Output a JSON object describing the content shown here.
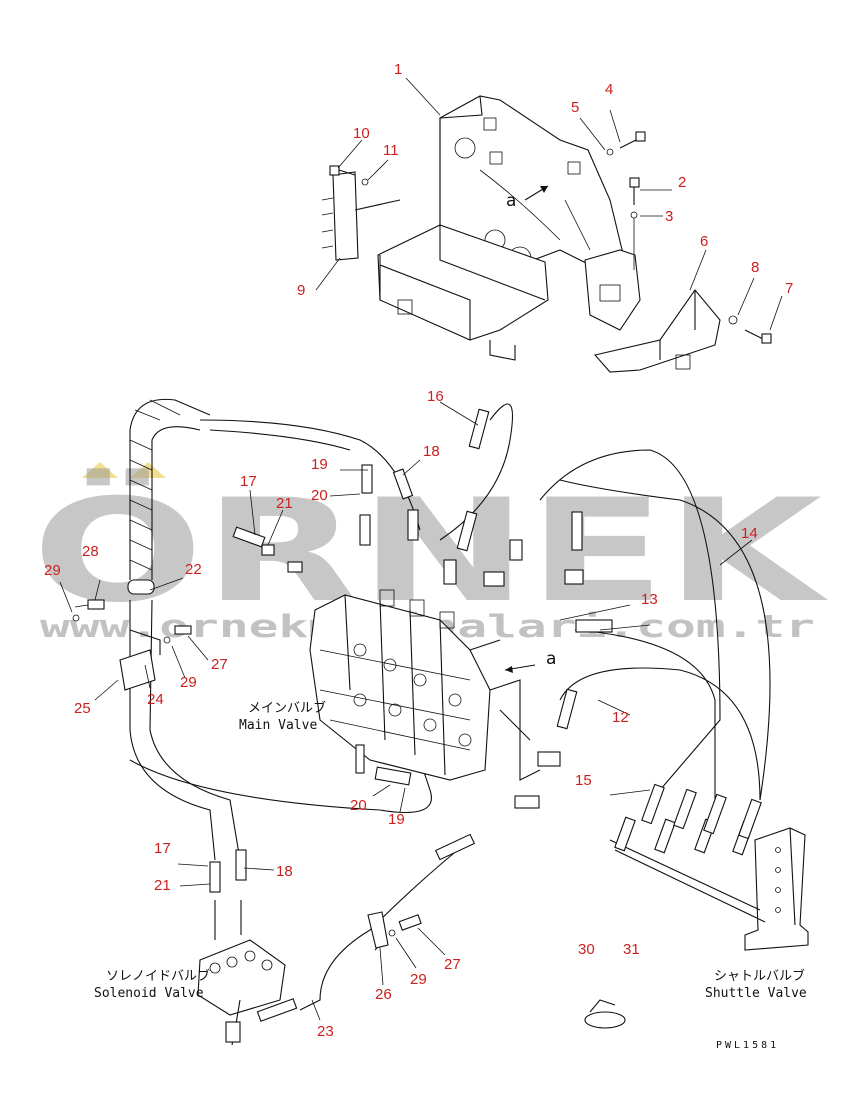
{
  "callouts": [
    "1",
    "2",
    "3",
    "4",
    "5",
    "6",
    "7",
    "8",
    "9",
    "10",
    "11",
    "12",
    "13",
    "14",
    "15",
    "16",
    "17",
    "18",
    "19",
    "20",
    "21",
    "22",
    "23",
    "24",
    "25",
    "26",
    "27",
    "28",
    "29",
    "30",
    "31"
  ],
  "callouts_repeat": {
    "r17": "17",
    "r18": "18",
    "r19": "19",
    "r20": "20",
    "r21": "21",
    "r27": "27",
    "r29": "29"
  },
  "labels": {
    "main_valve_jp": "メインバルブ",
    "main_valve_en": "Main Valve",
    "solenoid_valve_jp": "ソレノイドバルブ",
    "solenoid_valve_en": "Solenoid Valve",
    "shuttle_valve_jp": "シャトルバルブ",
    "shuttle_valve_en": "Shuttle Valve",
    "view_mark": "a",
    "view_mark_2": "a"
  },
  "drawing_code": "PWL1581",
  "watermark": {
    "brand": "ÖRNEK",
    "url": "www.ornekmakinalari.com.tr"
  },
  "colors": {
    "callout": "#cc2020",
    "line": "#111111",
    "watermark": "#9a9a9a",
    "watermark_accent": "#e8c84a"
  }
}
